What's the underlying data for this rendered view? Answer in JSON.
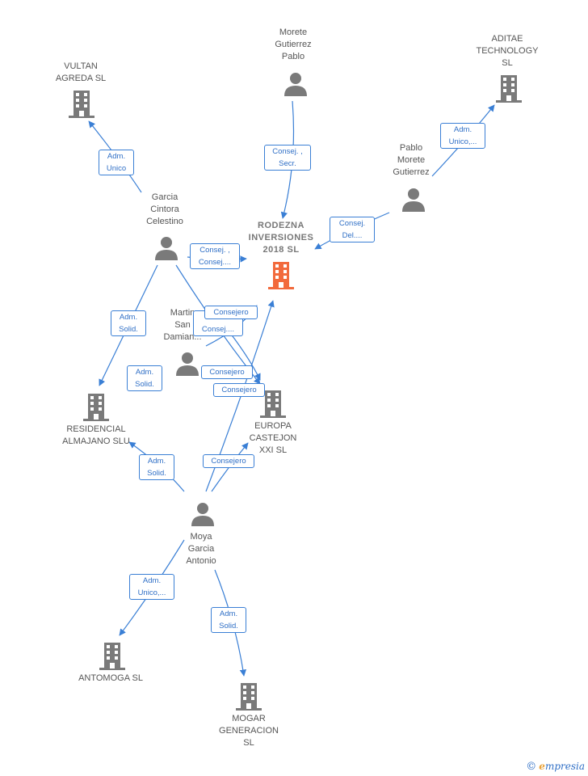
{
  "nodes": {
    "rodezna": {
      "label": "RODEZNA\nINVERSIONES\n2018 SL",
      "type": "company",
      "focus": true
    },
    "vultan": {
      "label": "VULTAN\nAGREDA SL",
      "type": "company"
    },
    "aditae": {
      "label": "ADITAE\nTECHNOLOGY\nSL",
      "type": "company"
    },
    "residencial": {
      "label": "RESIDENCIAL\nALMAJANO SLU",
      "type": "company"
    },
    "europa": {
      "label": "EUROPA\nCASTEJON\nXXI SL",
      "type": "company"
    },
    "antomoga": {
      "label": "ANTOMOGA SL",
      "type": "company"
    },
    "mogar": {
      "label": "MOGAR\nGENERACION\nSL",
      "type": "company"
    },
    "morete_pablo": {
      "label": "Morete\nGutierrez\nPablo",
      "type": "person"
    },
    "pablo_morete": {
      "label": "Pablo\nMorete\nGutierrez",
      "type": "person"
    },
    "garcia_cintora": {
      "label": "Garcia\nCintora\nCelestino",
      "type": "person"
    },
    "martinez": {
      "label": "Martin\nSan\nDamian...",
      "type": "person"
    },
    "moya": {
      "label": "Moya\nGarcia\nAntonio",
      "type": "person"
    }
  },
  "edges": {
    "e1": "Adm.\nUnico",
    "e2": "Consej. ,\nSecr.",
    "e3": "Adm.\nUnico,...",
    "e4": "Consej.\nDel....",
    "e5": "Consej. ,\nConsej....",
    "e6": "Adm.\nSolid.",
    "e7": "Consejero",
    "e8": "C\nConsej....",
    "e9": "Adm.\nSolid.",
    "e10": "Consejero",
    "e11": "Consejero",
    "e12": "Adm.\nSolid.",
    "e13": "Consejero",
    "e14": "Adm.\nUnico,...",
    "e15": "Adm.\nSolid."
  },
  "colors": {
    "focus": "#f26a3c",
    "node": "#7a7a7a",
    "edge": "#3a7fd5"
  },
  "icons": {
    "company": "building-icon",
    "person": "person-icon"
  },
  "footer": {
    "copyright": "©",
    "brand_e": "e",
    "brand_rest": "mpresia"
  }
}
